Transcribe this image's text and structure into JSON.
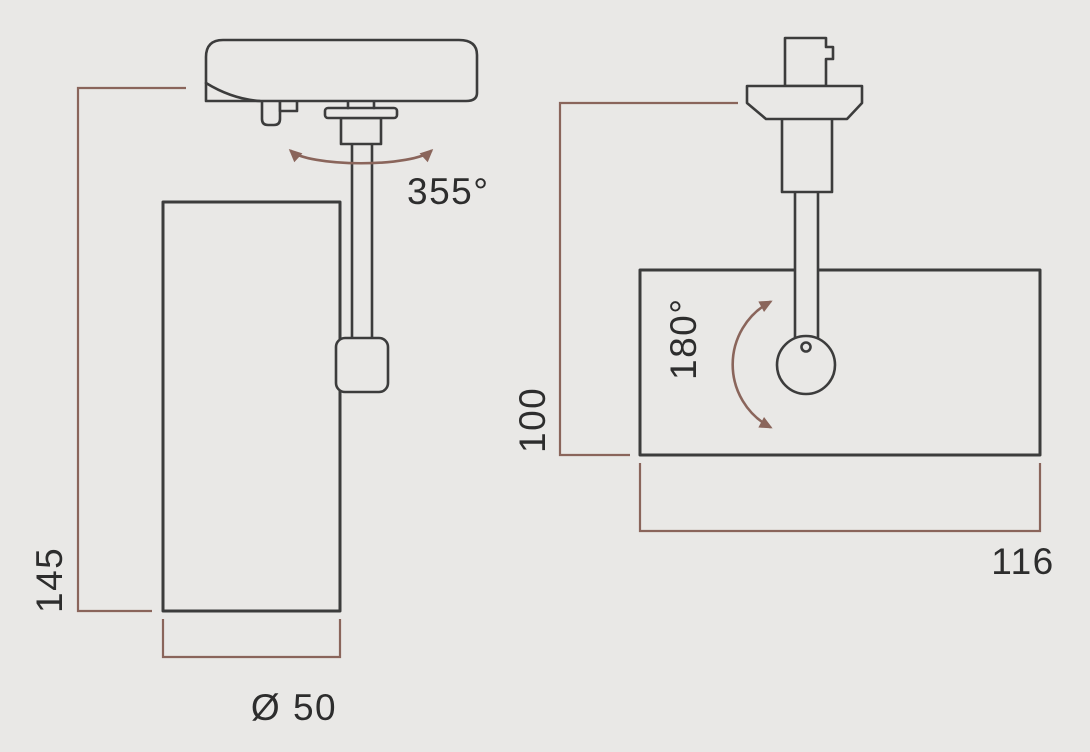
{
  "page": {
    "background": "#e9e8e6"
  },
  "diagram": {
    "type": "technical dimension drawing",
    "subject": "track spotlight luminaire, front and side views",
    "colors": {
      "outline": "#3c3c3c",
      "dimension_lines": "#8a655b",
      "text": "#2d2d2d",
      "background": "#e9e8e6"
    },
    "front_view": {
      "rotation_label": "355°",
      "height_dimension": "145",
      "diameter_dimension": "Ø 50"
    },
    "side_view": {
      "rotation_label": "180°",
      "height_dimension": "100",
      "width_dimension": "116"
    }
  }
}
